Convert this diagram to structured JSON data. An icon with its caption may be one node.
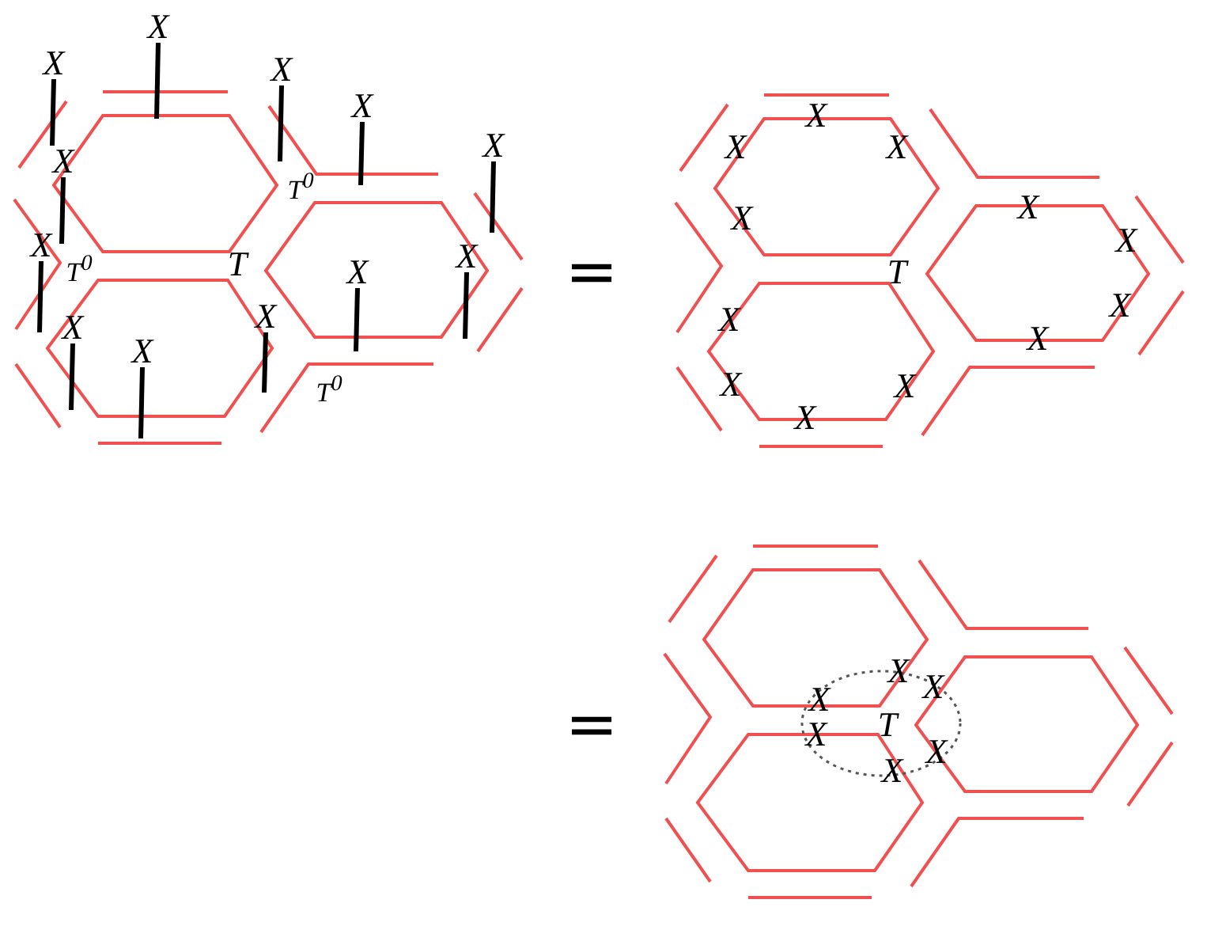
{
  "diagram": {
    "labels": [
      "X",
      "X",
      "X",
      "X",
      "X",
      "X",
      "T$^{0}$",
      "X",
      "X",
      "T",
      "T$^{0}$",
      "X",
      "X",
      "X",
      "X",
      "T$^{0}$",
      "=",
      "X",
      "X",
      "X",
      "X",
      "X",
      "X",
      "T",
      "X",
      "X",
      "X",
      "X",
      "X",
      "X",
      "=",
      "X",
      "X",
      "X",
      "X",
      "T",
      "X",
      "X"
    ]
  }
}
